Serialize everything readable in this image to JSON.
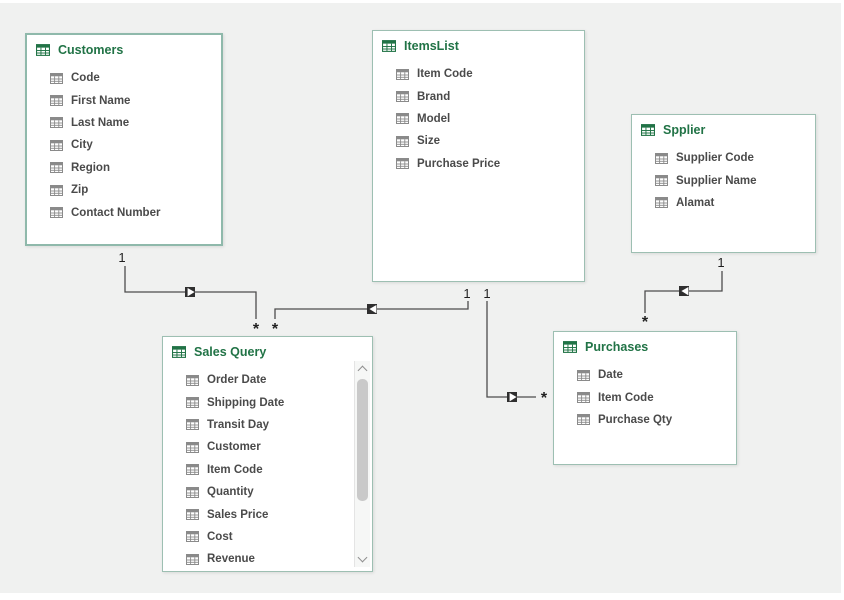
{
  "diagram": {
    "tables": [
      {
        "title": "Customers",
        "fields": [
          "Code",
          "First Name",
          "Last Name",
          "City",
          "Region",
          "Zip",
          "Contact Number"
        ]
      },
      {
        "title": "ItemsList",
        "fields": [
          "Item Code",
          "Brand",
          "Model",
          "Size",
          "Purchase Price"
        ]
      },
      {
        "title": "Spplier",
        "fields": [
          "Supplier Code",
          "Supplier Name",
          "Alamat"
        ]
      },
      {
        "title": "Sales Query",
        "fields": [
          "Order Date",
          "Shipping Date",
          "Transit Day",
          "Customer",
          "Item Code",
          "Quantity",
          "Sales Price",
          "Cost",
          "Revenue"
        ],
        "has_scrollbar": true
      },
      {
        "title": "Purchases",
        "fields": [
          "Date",
          "Item Code",
          "Purchase Qty"
        ]
      }
    ],
    "relationships": [
      {
        "from": "Customers",
        "to": "Sales Query",
        "one_label": "1",
        "many_label": "*"
      },
      {
        "from": "ItemsList",
        "to": "Sales Query",
        "one_label": "1",
        "many_label": "*"
      },
      {
        "from": "ItemsList",
        "to": "Purchases",
        "one_label": "1",
        "many_label": "*"
      },
      {
        "from": "Spplier",
        "to": "Purchases",
        "one_label": "1",
        "many_label": "*"
      }
    ],
    "colors": {
      "accent_green": "#217346",
      "box_border": "#9dbfb2",
      "field_text": "#4a4a4a",
      "relationship_line": "#4d4d4d",
      "canvas_background": "#f0f1f0"
    }
  }
}
